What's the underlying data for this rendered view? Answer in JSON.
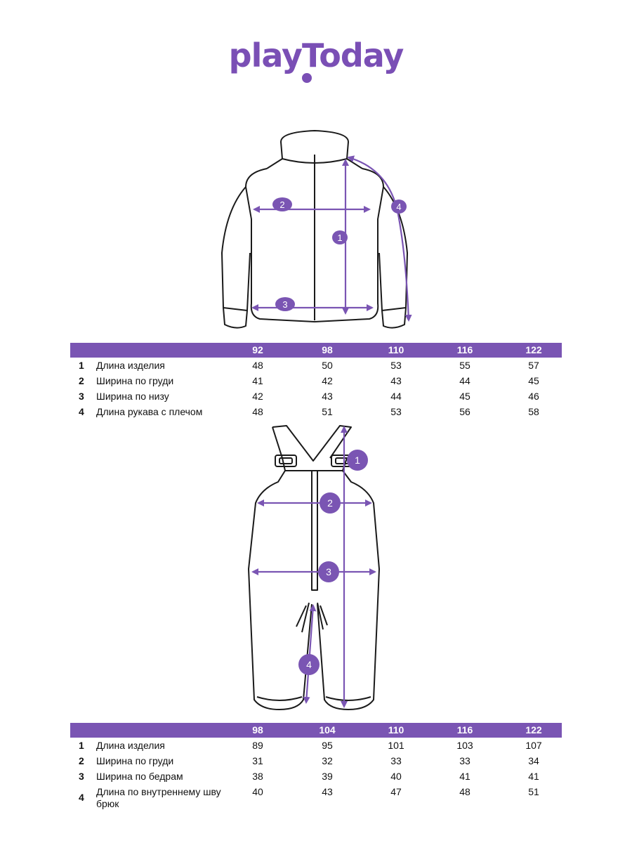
{
  "brand": {
    "logo_text": "playToday",
    "accent": "#7a55b3",
    "line": "#1a1a1a"
  },
  "jacket": {
    "markers": [
      "1",
      "2",
      "3",
      "4"
    ],
    "table": {
      "sizes": [
        "92",
        "98",
        "110",
        "116",
        "122"
      ],
      "rows": [
        {
          "num": "1",
          "label": "Длина изделия",
          "values": [
            "48",
            "50",
            "53",
            "55",
            "57"
          ]
        },
        {
          "num": "2",
          "label": "Ширина по груди",
          "values": [
            "41",
            "42",
            "43",
            "44",
            "45"
          ]
        },
        {
          "num": "3",
          "label": "Ширина по низу",
          "values": [
            "42",
            "43",
            "44",
            "45",
            "46"
          ]
        },
        {
          "num": "4",
          "label": "Длина рукава с плечом",
          "values": [
            "48",
            "51",
            "53",
            "56",
            "58"
          ]
        }
      ]
    }
  },
  "overalls": {
    "markers": [
      "1",
      "2",
      "3",
      "4"
    ],
    "table": {
      "sizes": [
        "98",
        "104",
        "110",
        "116",
        "122"
      ],
      "rows": [
        {
          "num": "1",
          "label": "Длина изделия",
          "values": [
            "89",
            "95",
            "101",
            "103",
            "107"
          ]
        },
        {
          "num": "2",
          "label": "Ширина по груди",
          "values": [
            "31",
            "32",
            "33",
            "33",
            "34"
          ]
        },
        {
          "num": "3",
          "label": "Ширина по бедрам",
          "values": [
            "38",
            "39",
            "40",
            "41",
            "41"
          ]
        },
        {
          "num": "4",
          "label": "Длина по внутреннему шву брюк",
          "values": [
            "40",
            "43",
            "47",
            "48",
            "51"
          ]
        }
      ]
    }
  }
}
